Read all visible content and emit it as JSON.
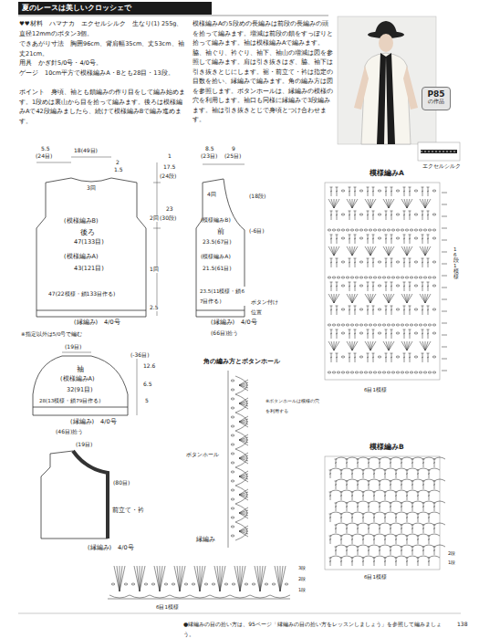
{
  "diagram": {
    "title": "夏のレースは美しいクロッシェで",
    "nodes": [
      {
        "text": [
          "P85",
          "の作品"
        ]
      },
      {
        "text": [
          "(模様編みB)",
          "後ろ",
          "(模様編みA)"
        ]
      },
      {
        "text": [
          "(模様編みB)",
          "前",
          "(模様編みA)"
        ]
      },
      {
        "text": [
          "袖",
          "(模様編みA)"
        ]
      },
      {
        "text": [
          "前立て・衿"
        ]
      }
    ],
    "labels": [
      "エクセルシルク",
      "♥♥材料　ハマナカ　エクセルシルク　生なり(1) 255g、直径12mmのボタン3個。",
      "できあがり寸法　胸囲96cm、背肩幅35cm、丈53cm、袖丈21cm。",
      "用具　かぎ針5/0号・4/0号。",
      "ゲージ　10cm平方で模様編みA・Bとも28目・13段。",
      "ポイント　身頃、袖とも鎖編みの作り目をして編み始めます。1段めは裏山から目を拾って編みます。後ろは模様編みAで42段編みましたら、続けて模様編みBで編み進めます。",
      "模様編みAの5段めの長編みは前段の長編みの頭を拾って編みます。増減は前段の鎖をすっぽりと拾って編みます。袖は模様編みAで編みます。脇、袖ぐり、衿ぐり、袖下、袖山の増減は図を参照して編みます。肩は引き抜きはぎ、脇、袖下は引き抜きとじにします。裾・前立て・衿は指定の目数を拾い、縁編みで編みます。角の編み方は図を参照します。ボタンホールは、縁編みの模様の穴を利用します。袖口も同様に縁編みで3段編みます。袖は引き抜きとじで身頃とつけ合わせます。",
      "5.5",
      "(24目)",
      "18(49目)",
      "2",
      "1.5",
      "3回",
      "2回",
      "47(133目)",
      "43(121目)",
      "1回",
      "47(22模様・鎖133目作る)",
      "(縁編み)　4/0号",
      "※指定以外は5/0号で編む",
      "2.5",
      "1",
      "17.5",
      "(24段)",
      "23",
      "(30段)",
      "8.5",
      "(23目)",
      "9",
      "(25目)",
      "4回",
      "23.5(67目)",
      "21.5(61目)",
      "23.5(11模様・鎖67目作る)",
      "(縁編み)　4/0号",
      "(66目)拾う",
      "(-6目)",
      "(18段)",
      "ボタン付け位置",
      "(19目)",
      "(-36目)",
      "12.6",
      "6.5",
      "5",
      "32(91目)",
      "28(13模様・鎖79目作る)",
      "(縁編み)　4/0号",
      "(46目)拾う",
      "(19目)",
      "(80目)",
      "(縁編み)　4/0号",
      "模様編みA",
      "6目1模様",
      "16段1模様",
      "模様編みB",
      "6目1模様",
      "2段",
      "1段",
      "角の編み方とボタンホール",
      "※ボタンホールは模様の穴を利用する",
      "ボタンホール",
      "縁編み",
      "6目1模様",
      "3段",
      "2段",
      "1段",
      "●縁編みの目の拾い方は、95ページ「縁編みの目の拾い方をレッスンしましょう」を参照して編みましょう。",
      "138"
    ]
  }
}
